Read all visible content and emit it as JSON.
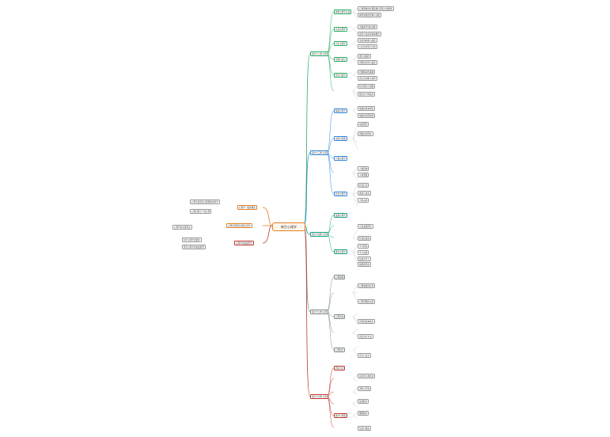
{
  "central": "新生心理学",
  "branches": {
    "b1": {
      "title": "第六十二章 心理",
      "g1": "神经心理学认知",
      "g2": "认知心理学",
      "g3": "记忆心理学",
      "g4": "思维与语言",
      "g5": "智力与能力",
      "leaf1": "心理现象的生理基础与研究方法概述",
      "leaf2": "神经系统的结构与功能",
      "leaf3": "大脑两半球的功能",
      "leaf4": "感觉与知觉的基本概念",
      "leaf5": "注意的种类与品质",
      "leaf6": "记忆的过程与分类",
      "leaf7": "遗忘的规律",
      "leaf8": "思维的过程与品质",
      "leaf9": "问题解决的策略",
      "leaf10": "语言的功能与获得",
      "leaf11": "智力理论与测量",
      "leaf12": "能力的个体差异"
    },
    "b2": {
      "title": "第六十三章 心理",
      "g1": "情绪心理学",
      "g2": "动机与需要",
      "g3": "人格心理学",
      "g4": "社会心理学",
      "leaf1": "情绪的基本理论",
      "leaf2": "情绪的生理机制",
      "leaf3": "动机理论",
      "leaf4": "需要层次理论",
      "leaf5": "人格结构",
      "leaf6": "人格测量",
      "leaf7": "社会认知",
      "leaf8": "态度与改变",
      "leaf9": "人际关系"
    },
    "b3": {
      "title": "第六十四章 心理",
      "g1": "发展心理学",
      "g2": "教育心理学",
      "leaf1": "认知发展理论",
      "leaf2": "社会性发展",
      "leaf3": "学习理论",
      "leaf4": "学习动机",
      "leaf5": "知识的学习",
      "leaf6": "技能的形成"
    },
    "b4": {
      "title": "第六十五章 心理",
      "g1": "心理健康",
      "g2": "心理咨询",
      "g3": "心理治疗",
      "leaf1": "心理健康的标准",
      "leaf2": "心理问题的识别",
      "leaf3": "咨询的基本技术",
      "leaf4": "常见治疗方法",
      "leaf5": "压力与应对"
    },
    "b5": {
      "title": "第六十六章 心理",
      "g1": "研究方法",
      "g2": "统计与测量",
      "leaf1": "实验法与观察法",
      "leaf2": "调查与问卷",
      "leaf3": "描述统计",
      "leaf4": "推断统计",
      "leaf5": "信度与效度"
    },
    "left": {
      "l1": "心理学一般性概述",
      "l2": "心理学的研究对象与任务",
      "l3": "心理学的发展历史",
      "leaf1": "心理学是研究心理现象的科学",
      "leaf2": "心理过程与个性心理",
      "leaf3": "心理学的主要流派",
      "leaf4": "科学心理学的诞生",
      "leaf5": "现代心理学的发展趋势"
    }
  },
  "colors": {
    "central": "#e67e22",
    "b1": "#27ae60",
    "b2": "#2e86de",
    "b3": "#16a085",
    "b4": "#7f8c8d",
    "b5": "#c0392b"
  }
}
